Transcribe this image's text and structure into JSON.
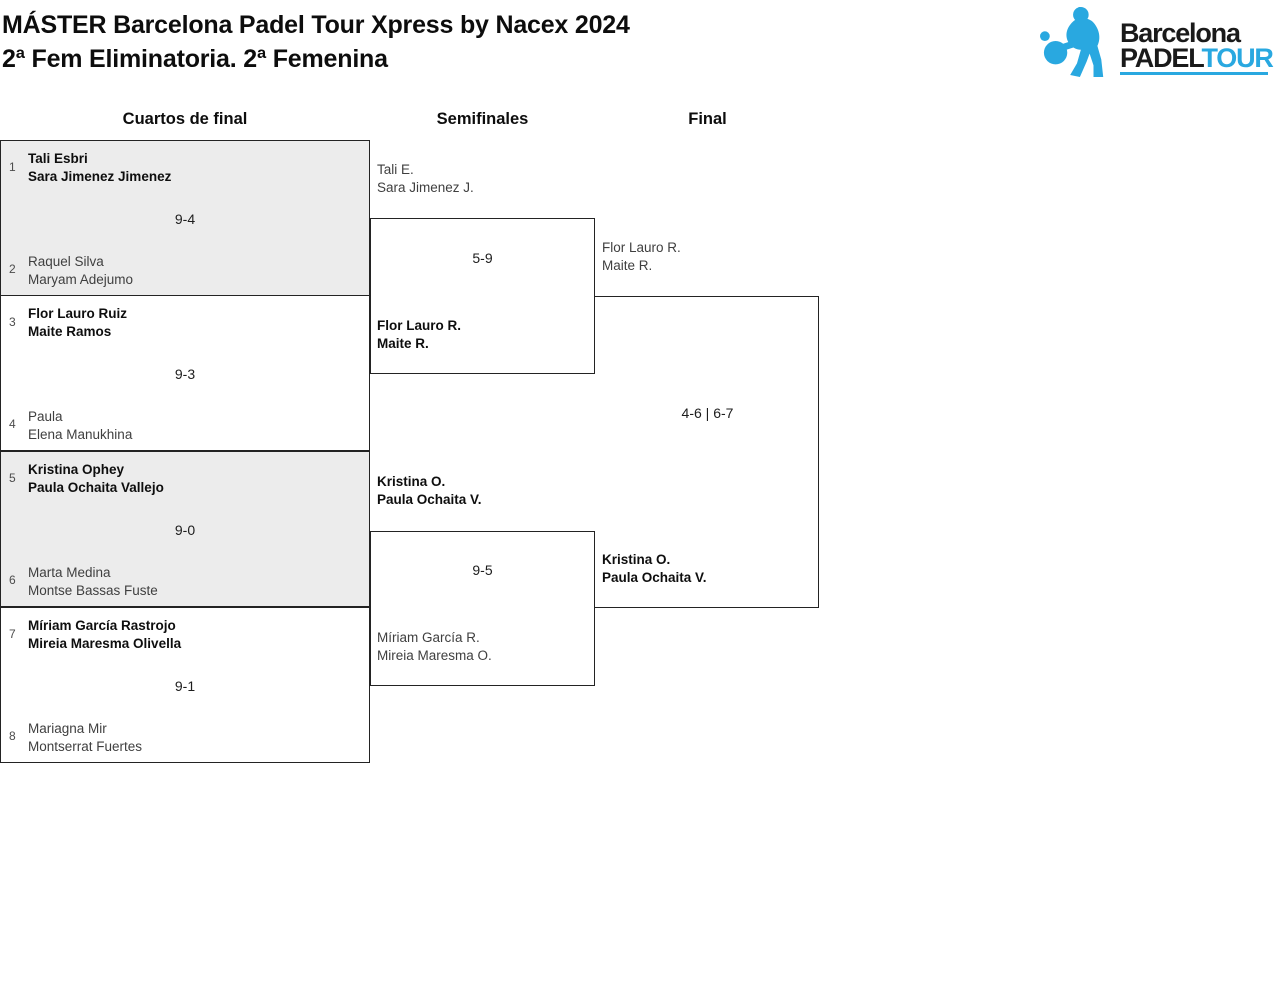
{
  "title": {
    "line1": "MÁSTER Barcelona Padel Tour Xpress by Nacex 2024",
    "line2": "2ª Fem Eliminatoria. 2ª Femenina"
  },
  "logo": {
    "brand_top": "Barcelona",
    "brand_padel": "PADEL",
    "brand_tour": "TOUR",
    "icon": "padel-player-silhouette",
    "accent_color": "#29a8e0"
  },
  "columns": {
    "quarterfinals": "Cuartos de final",
    "semifinals": "Semifinales",
    "final": "Final"
  },
  "bracket": {
    "quarterfinals": [
      {
        "seed_top": "1",
        "top": {
          "line1": "Tali Esbri",
          "line2": "Sara Jimenez Jimenez",
          "winner": true
        },
        "score": "9-4",
        "seed_bottom": "2",
        "bottom": {
          "line1": "Raquel Silva",
          "line2": "Maryam Adejumo",
          "winner": false
        }
      },
      {
        "seed_top": "3",
        "top": {
          "line1": "Flor Lauro Ruiz",
          "line2": "Maite Ramos",
          "winner": true
        },
        "score": "9-3",
        "seed_bottom": "4",
        "bottom": {
          "line1": "Paula",
          "line2": "Elena Manukhina",
          "winner": false
        }
      },
      {
        "seed_top": "5",
        "top": {
          "line1": "Kristina Ophey",
          "line2": "Paula Ochaita Vallejo",
          "winner": true
        },
        "score": "9-0",
        "seed_bottom": "6",
        "bottom": {
          "line1": "Marta Medina",
          "line2": "Montse Bassas Fuste",
          "winner": false
        }
      },
      {
        "seed_top": "7",
        "top": {
          "line1": "Míriam García Rastrojo",
          "line2": "Mireia Maresma Olivella",
          "winner": true
        },
        "score": "9-1",
        "seed_bottom": "8",
        "bottom": {
          "line1": "Mariagna Mir",
          "line2": "Montserrat Fuertes",
          "winner": false
        }
      }
    ],
    "semifinals": [
      {
        "top": {
          "line1": "Tali E.",
          "line2": "Sara Jimenez J.",
          "winner": false
        },
        "score": "5-9",
        "bottom": {
          "line1": "Flor Lauro R.",
          "line2": "Maite R.",
          "winner": true
        }
      },
      {
        "top": {
          "line1": "Kristina O.",
          "line2": "Paula Ochaita V.",
          "winner": true
        },
        "score": "9-5",
        "bottom": {
          "line1": "Míriam García R.",
          "line2": "Mireia Maresma O.",
          "winner": false
        }
      }
    ],
    "final": {
      "top": {
        "line1": "Flor Lauro R.",
        "line2": "Maite R.",
        "winner": false
      },
      "score": "4-6 | 6-7",
      "bottom": {
        "line1": "Kristina O.",
        "line2": "Paula Ochaita V.",
        "winner": true
      }
    }
  },
  "colors": {
    "accent_blue": "#29a8e0",
    "box_shade": "#ececec",
    "border": "#232323",
    "winner_text": "#0e0e0e",
    "loser_text": "#3f3f3f"
  }
}
